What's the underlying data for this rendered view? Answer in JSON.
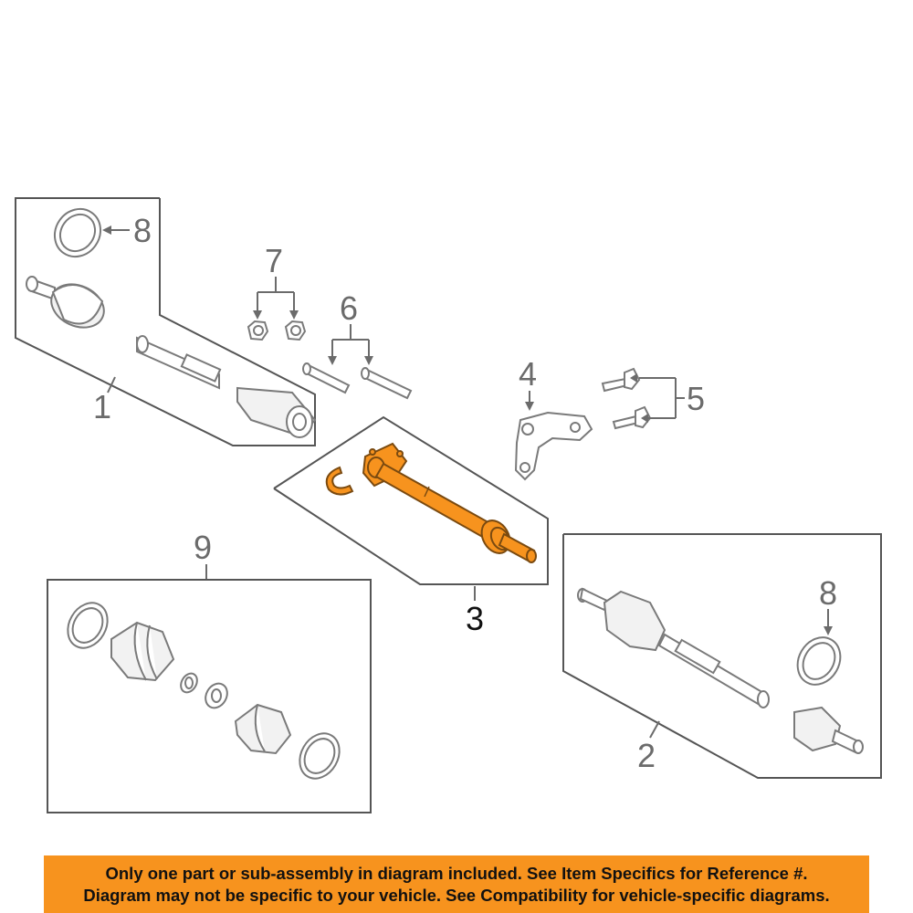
{
  "callouts": {
    "c1": "1",
    "c2": "2",
    "c3": "3",
    "c4": "4",
    "c5": "5",
    "c6": "6",
    "c7": "7",
    "c8a": "8",
    "c8b": "8",
    "c9": "9"
  },
  "highlighted_part": "3",
  "colors": {
    "highlight": "#f7931e",
    "line_art": "#7a7a7a",
    "notice_bg": "#f7931e"
  },
  "notice": {
    "line1": "Only one part or sub-assembly in diagram included. See Item Specifics for Reference #.",
    "line2": "Diagram may not be specific to your vehicle. See Compatibility for vehicle-specific diagrams."
  }
}
